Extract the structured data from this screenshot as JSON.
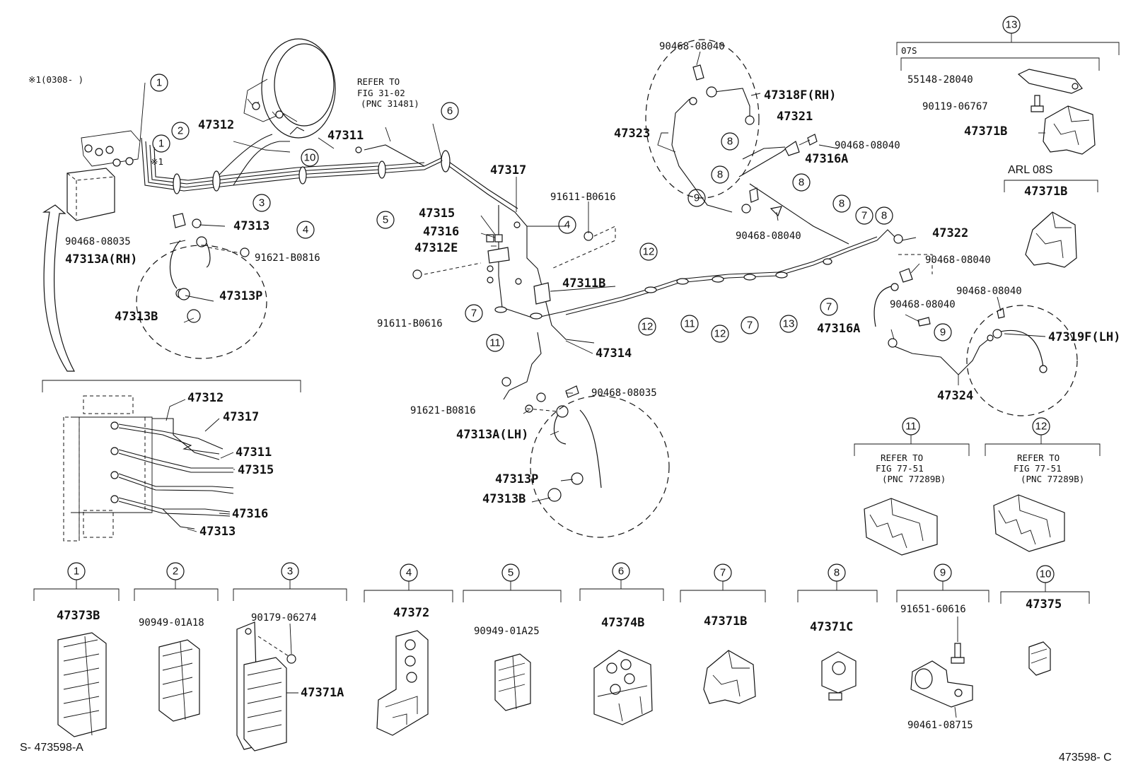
{
  "note_top": "※1(0308-        )",
  "note_mark": "※1",
  "doc_id_left": "S- 473598-A",
  "doc_id_right": "473598- C",
  "refer_fig_31": [
    "REFER TO",
    "FIG 31-02",
    "(PNC 31481)"
  ],
  "refer_fig_77a": [
    "REFER TO",
    "FIG 77-51",
    "(PNC 77289B)"
  ],
  "refer_fig_77b": [
    "REFER TO",
    "FIG 77-51",
    "(PNC 77289B)"
  ],
  "group_13_labels": {
    "top": "07S",
    "right": "ARL 08S"
  },
  "main_parts": {
    "p47312": "47312",
    "p47311": "47311",
    "p47313": "47313",
    "p90468_08035a": "90468-08035",
    "p47313a_rh": "47313A(RH)",
    "p91621_b0816a": "91621-B0816",
    "p47313p_a": "47313P",
    "p47313b_a": "47313B",
    "p47315": "47315",
    "p47316": "47316",
    "p47312e": "47312E",
    "p47317": "47317",
    "p91611_b0616a": "91611-B0616",
    "p47311b": "47311B",
    "p91611_b0616b": "91611-B0616",
    "p47314": "47314",
    "p90468_08035b": "90468-08035",
    "p91621_b0816b": "91621-B0816",
    "p47313a_lh": "47313A(LH)",
    "p47313p_b": "47313P",
    "p47313b_b": "47313B",
    "p90468_08040_top": "90468-08040",
    "p47318f_rh": "47318F(RH)",
    "p47321": "47321",
    "p47323": "47323",
    "p90468_08040_r1": "90468-08040",
    "p47316a_a": "47316A",
    "p90468_08040_mid": "90468-08040",
    "p47322": "47322",
    "p90468_08040_r2": "90468-08040",
    "p90468_08040_r3": "90468-08040",
    "p90468_08040_r4": "90468-08040",
    "p47316a_b": "47316A",
    "p47319f_lh": "47319F(LH)",
    "p47324": "47324",
    "p55148": "55148-28040",
    "p90119": "90119-06767",
    "p47371b_a": "47371B",
    "p47371b_b": "47371B"
  },
  "inset_parts": {
    "i47312": "47312",
    "i47317": "47317",
    "i47311": "47311",
    "i47315": "47315",
    "i47316": "47316",
    "i47313": "47313"
  },
  "clamp_parts": {
    "c1": "47373B",
    "c2": "90949-01A18",
    "c3a": "90179-06274",
    "c3b": "47371A",
    "c4": "47372",
    "c5": "90949-01A25",
    "c6": "47374B",
    "c7": "47371B",
    "c8": "47371C",
    "c9a": "91651-60616",
    "c9b": "90461-08715",
    "c10": "47375"
  }
}
